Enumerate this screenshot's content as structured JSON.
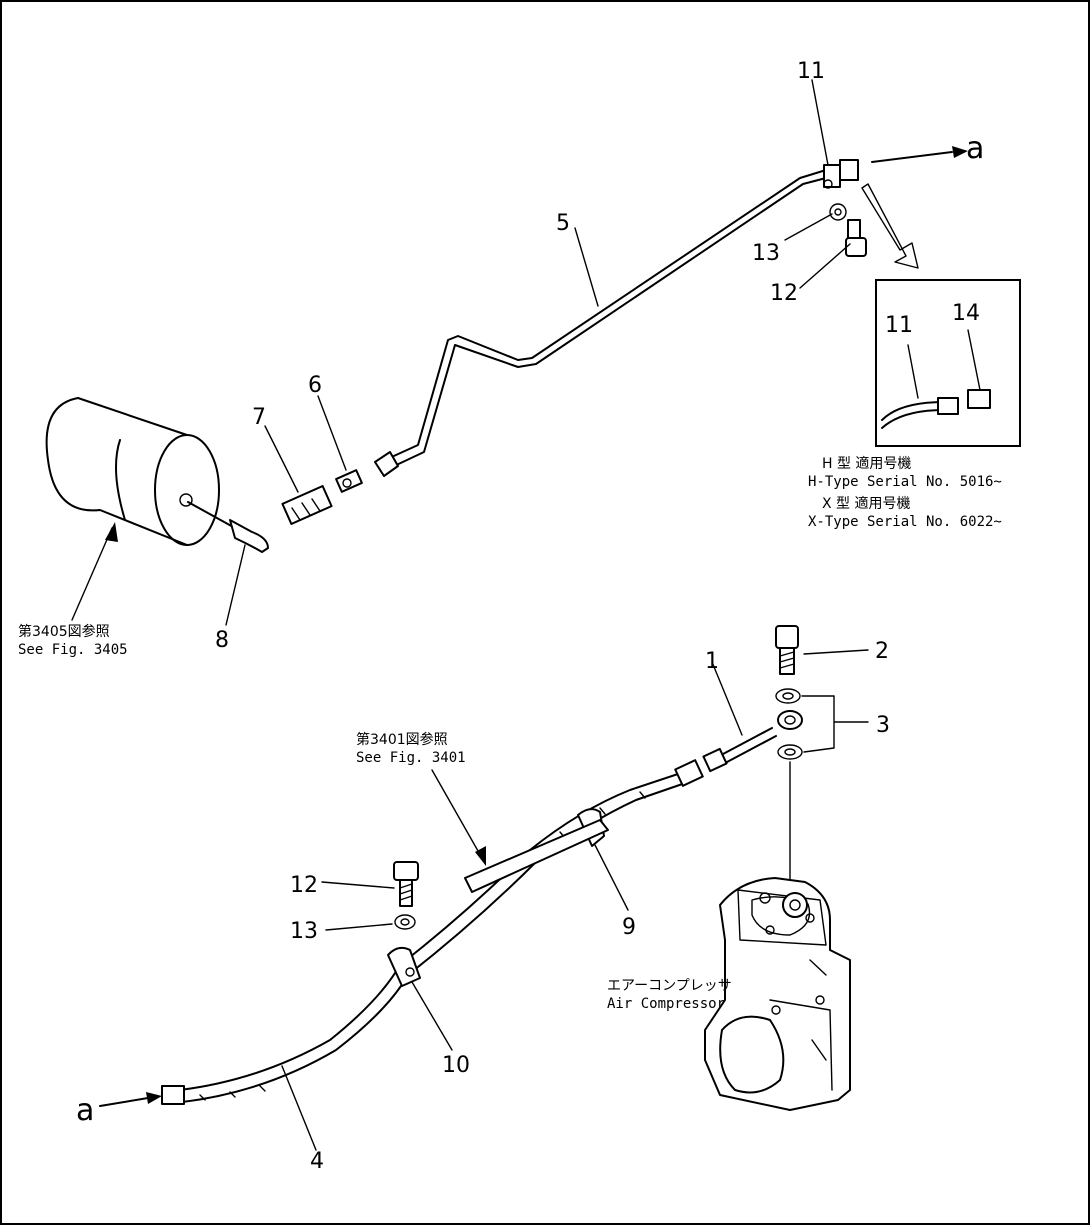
{
  "parts": {
    "p1": "1",
    "p2": "2",
    "p3": "3",
    "p4": "4",
    "p5": "5",
    "p6": "6",
    "p7": "7",
    "p8": "8",
    "p9": "9",
    "p10": "10",
    "p11a": "11",
    "p11b": "11",
    "p12a": "12",
    "p12b": "12",
    "p13a": "13",
    "p13b": "13",
    "p14": "14"
  },
  "connector_a_top": "a",
  "connector_a_bottom": "a",
  "ref_3405": {
    "jp": "第3405図参照",
    "en": "See Fig. 3405"
  },
  "ref_3401": {
    "jp": "第3401図参照",
    "en": "See Fig. 3401"
  },
  "compressor": {
    "jp": "エアーコンプレッサ",
    "en": "Air Compressor"
  },
  "inset": {
    "h_jp": "H 型  適用号機",
    "h_en": "H-Type  Serial No. 5016~",
    "x_jp": "X 型  適用号機",
    "x_en": "X-Type  Serial No. 6022~"
  }
}
